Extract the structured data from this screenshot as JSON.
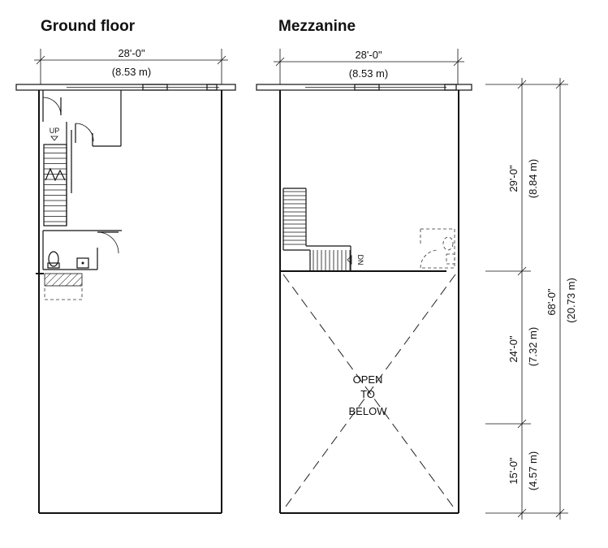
{
  "ground_floor": {
    "title": "Ground floor",
    "width_ft": "28'-0\"",
    "width_m": "(8.53 m)",
    "stair_label": "UP"
  },
  "mezzanine": {
    "title": "Mezzanine",
    "width_ft": "28'-0\"",
    "width_m": "(8.53 m)",
    "stair_label": "DN",
    "open_label": [
      "OPEN",
      "TO",
      "BELOW"
    ]
  },
  "depth_dims": {
    "seg1_ft": "29'-0\"",
    "seg1_m": "(8.84 m)",
    "seg2_ft": "24'-0\"",
    "seg2_m": "(7.32 m)",
    "seg3_ft": "15'-0\"",
    "seg3_m": "(4.57 m)",
    "total_ft": "68'-0\"",
    "total_m": "(20.73 m)"
  }
}
